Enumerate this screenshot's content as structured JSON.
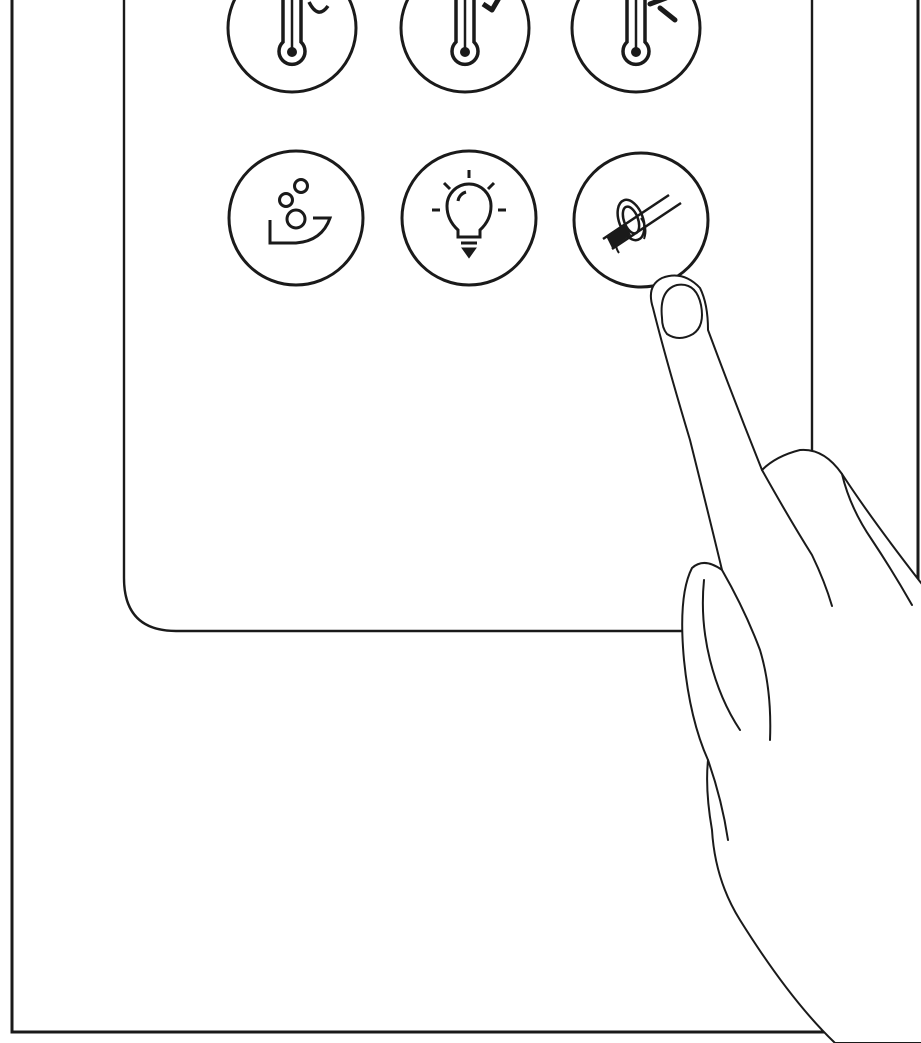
{
  "illustration": {
    "style": "black line drawing on white background",
    "stroke_color": "#1a1a1a",
    "background_color": "#ffffff"
  },
  "control_panel": {
    "button_rows": [
      {
        "row": "top",
        "cropped": true,
        "buttons": [
          {
            "icon": "thermometer-icon",
            "label": ""
          },
          {
            "icon": "thermometer-icon",
            "label": ""
          },
          {
            "icon": "thermometer-icon",
            "label": ""
          }
        ]
      },
      {
        "row": "middle",
        "cropped": false,
        "buttons": [
          {
            "icon": "bubbles-icon",
            "label": ""
          },
          {
            "icon": "light-bulb-icon",
            "label": ""
          },
          {
            "icon": "disinfection-icon",
            "label": "",
            "pressed": true
          }
        ]
      }
    ]
  },
  "hand": {
    "action": "pressing",
    "target_button": "disinfection-icon"
  }
}
